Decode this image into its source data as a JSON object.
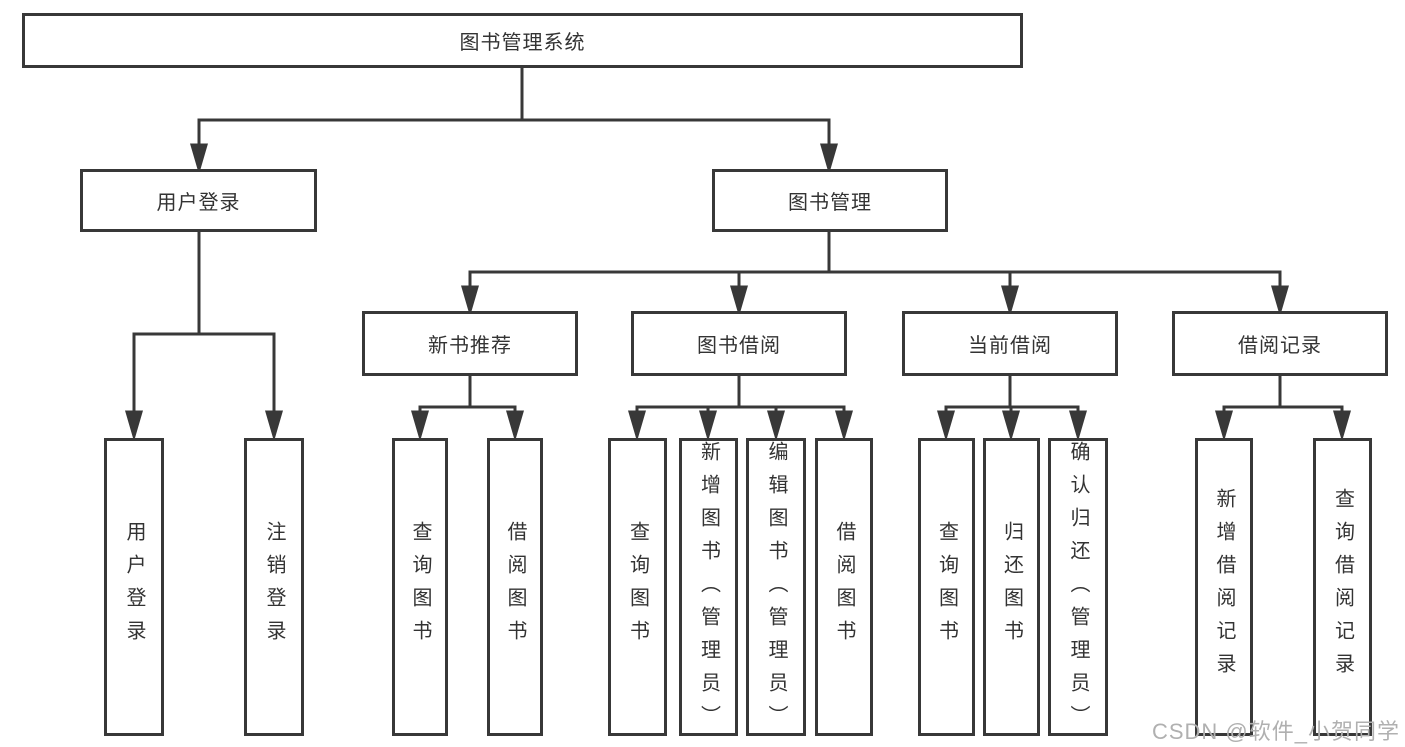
{
  "tree": {
    "label": "图书管理系统",
    "children": [
      {
        "label": "用户登录",
        "children": [
          {
            "label": "用户登录"
          },
          {
            "label": "注销登录"
          }
        ]
      },
      {
        "label": "图书管理",
        "children": [
          {
            "label": "新书推荐",
            "children": [
              {
                "label": "查询图书"
              },
              {
                "label": "借阅图书"
              }
            ]
          },
          {
            "label": "图书借阅",
            "children": [
              {
                "label": "查询图书"
              },
              {
                "label": "新增图书（管理员）"
              },
              {
                "label": "编辑图书（管理员）"
              },
              {
                "label": "借阅图书"
              }
            ]
          },
          {
            "label": "当前借阅",
            "children": [
              {
                "label": "查询图书"
              },
              {
                "label": "归还图书"
              },
              {
                "label": "确认归还（管理员）"
              }
            ]
          },
          {
            "label": "借阅记录",
            "children": [
              {
                "label": "新增借阅记录"
              },
              {
                "label": "查询借阅记录"
              }
            ]
          }
        ]
      }
    ]
  },
  "watermark": {
    "text": "CSDN @软件_小贺同学"
  },
  "colors": {
    "line": "#383838",
    "text": "#333333",
    "box_background": "#ffffff",
    "watermark": "#b0b0b0",
    "background": "#ffffff"
  }
}
